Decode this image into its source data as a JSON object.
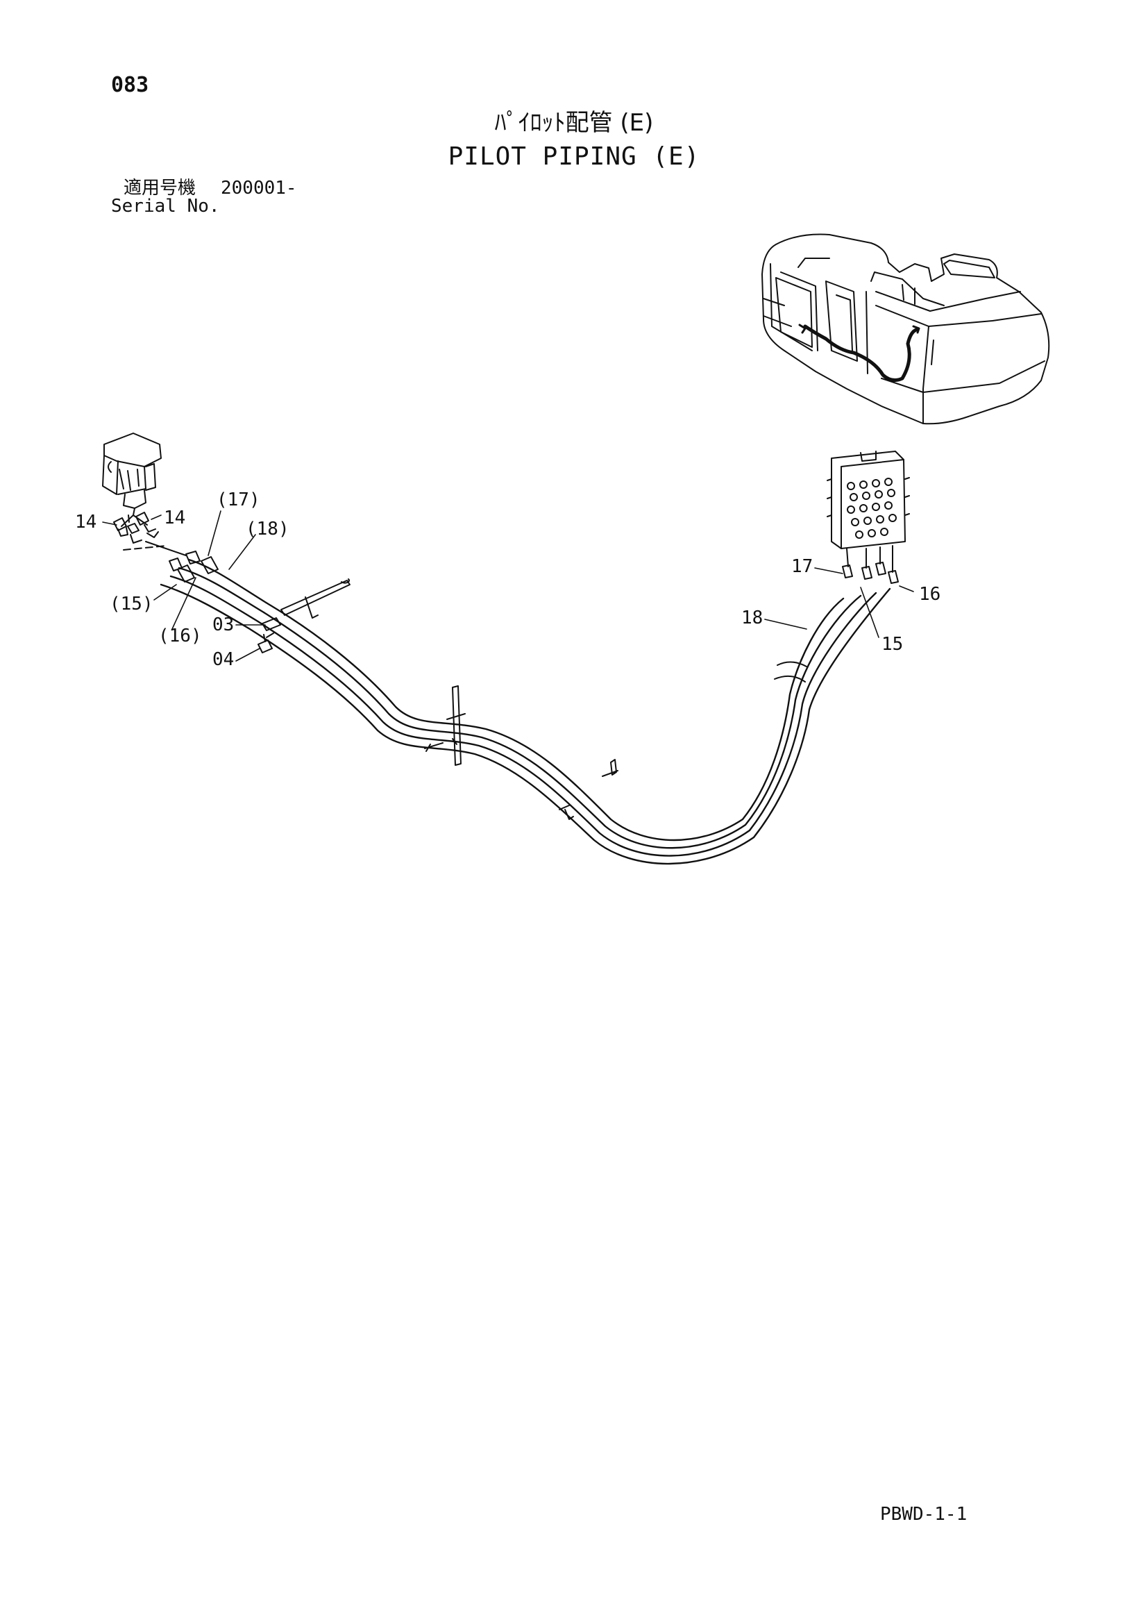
{
  "header": {
    "page_number": "083",
    "title_ja": "ﾊﾟｲﾛｯﾄ配管 (E)",
    "title_en": "PILOT PIPING (E)",
    "serial_label_ja": "適用号機",
    "serial_value": "200001-",
    "serial_label_en": "Serial No."
  },
  "callouts": {
    "c14_left": "14",
    "c14_right": "14",
    "c17_paren": "(17)",
    "c18_paren": "(18)",
    "c15_paren": "(15)",
    "c16_paren": "(16)",
    "c03": "03",
    "c04": "04",
    "c17": "17",
    "c18": "18",
    "c16": "16",
    "c15": "15"
  },
  "footer": {
    "doc_code": "PBWD-1-1"
  }
}
